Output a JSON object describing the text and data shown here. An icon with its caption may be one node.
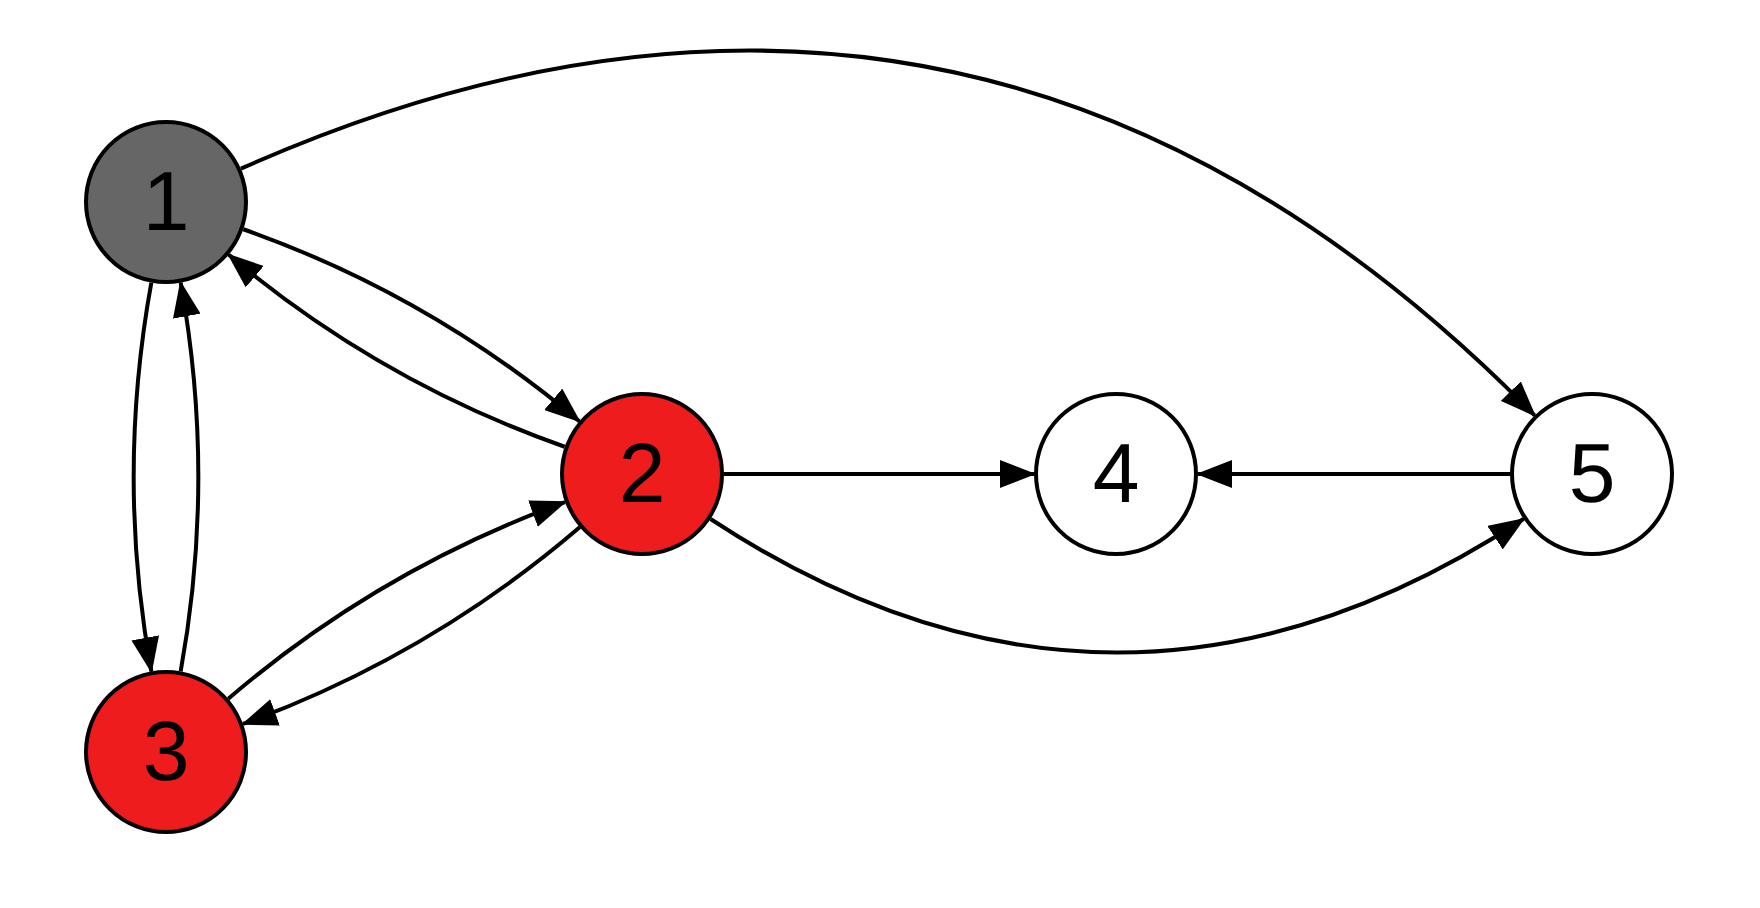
{
  "diagram": {
    "nodes": [
      {
        "text": [
          "1"
        ]
      },
      {
        "text": [
          "2"
        ]
      },
      {
        "text": [
          "3"
        ]
      },
      {
        "text": [
          "4"
        ]
      },
      {
        "text": [
          "5"
        ]
      }
    ],
    "edges": [
      {
        "from": 0,
        "to": 4,
        "arrow": "to"
      },
      {
        "from": 0,
        "to": 1,
        "arrow": "to"
      },
      {
        "from": 1,
        "to": 0,
        "arrow": "to"
      },
      {
        "from": 0,
        "to": 2,
        "arrow": "to"
      },
      {
        "from": 2,
        "to": 0,
        "arrow": "to"
      },
      {
        "from": 2,
        "to": 1,
        "arrow": "to"
      },
      {
        "from": 1,
        "to": 2,
        "arrow": "to"
      },
      {
        "from": 1,
        "to": 3,
        "arrow": "to"
      },
      {
        "from": 4,
        "to": 3,
        "arrow": "to"
      },
      {
        "from": 1,
        "to": 4,
        "arrow": "to"
      }
    ]
  }
}
